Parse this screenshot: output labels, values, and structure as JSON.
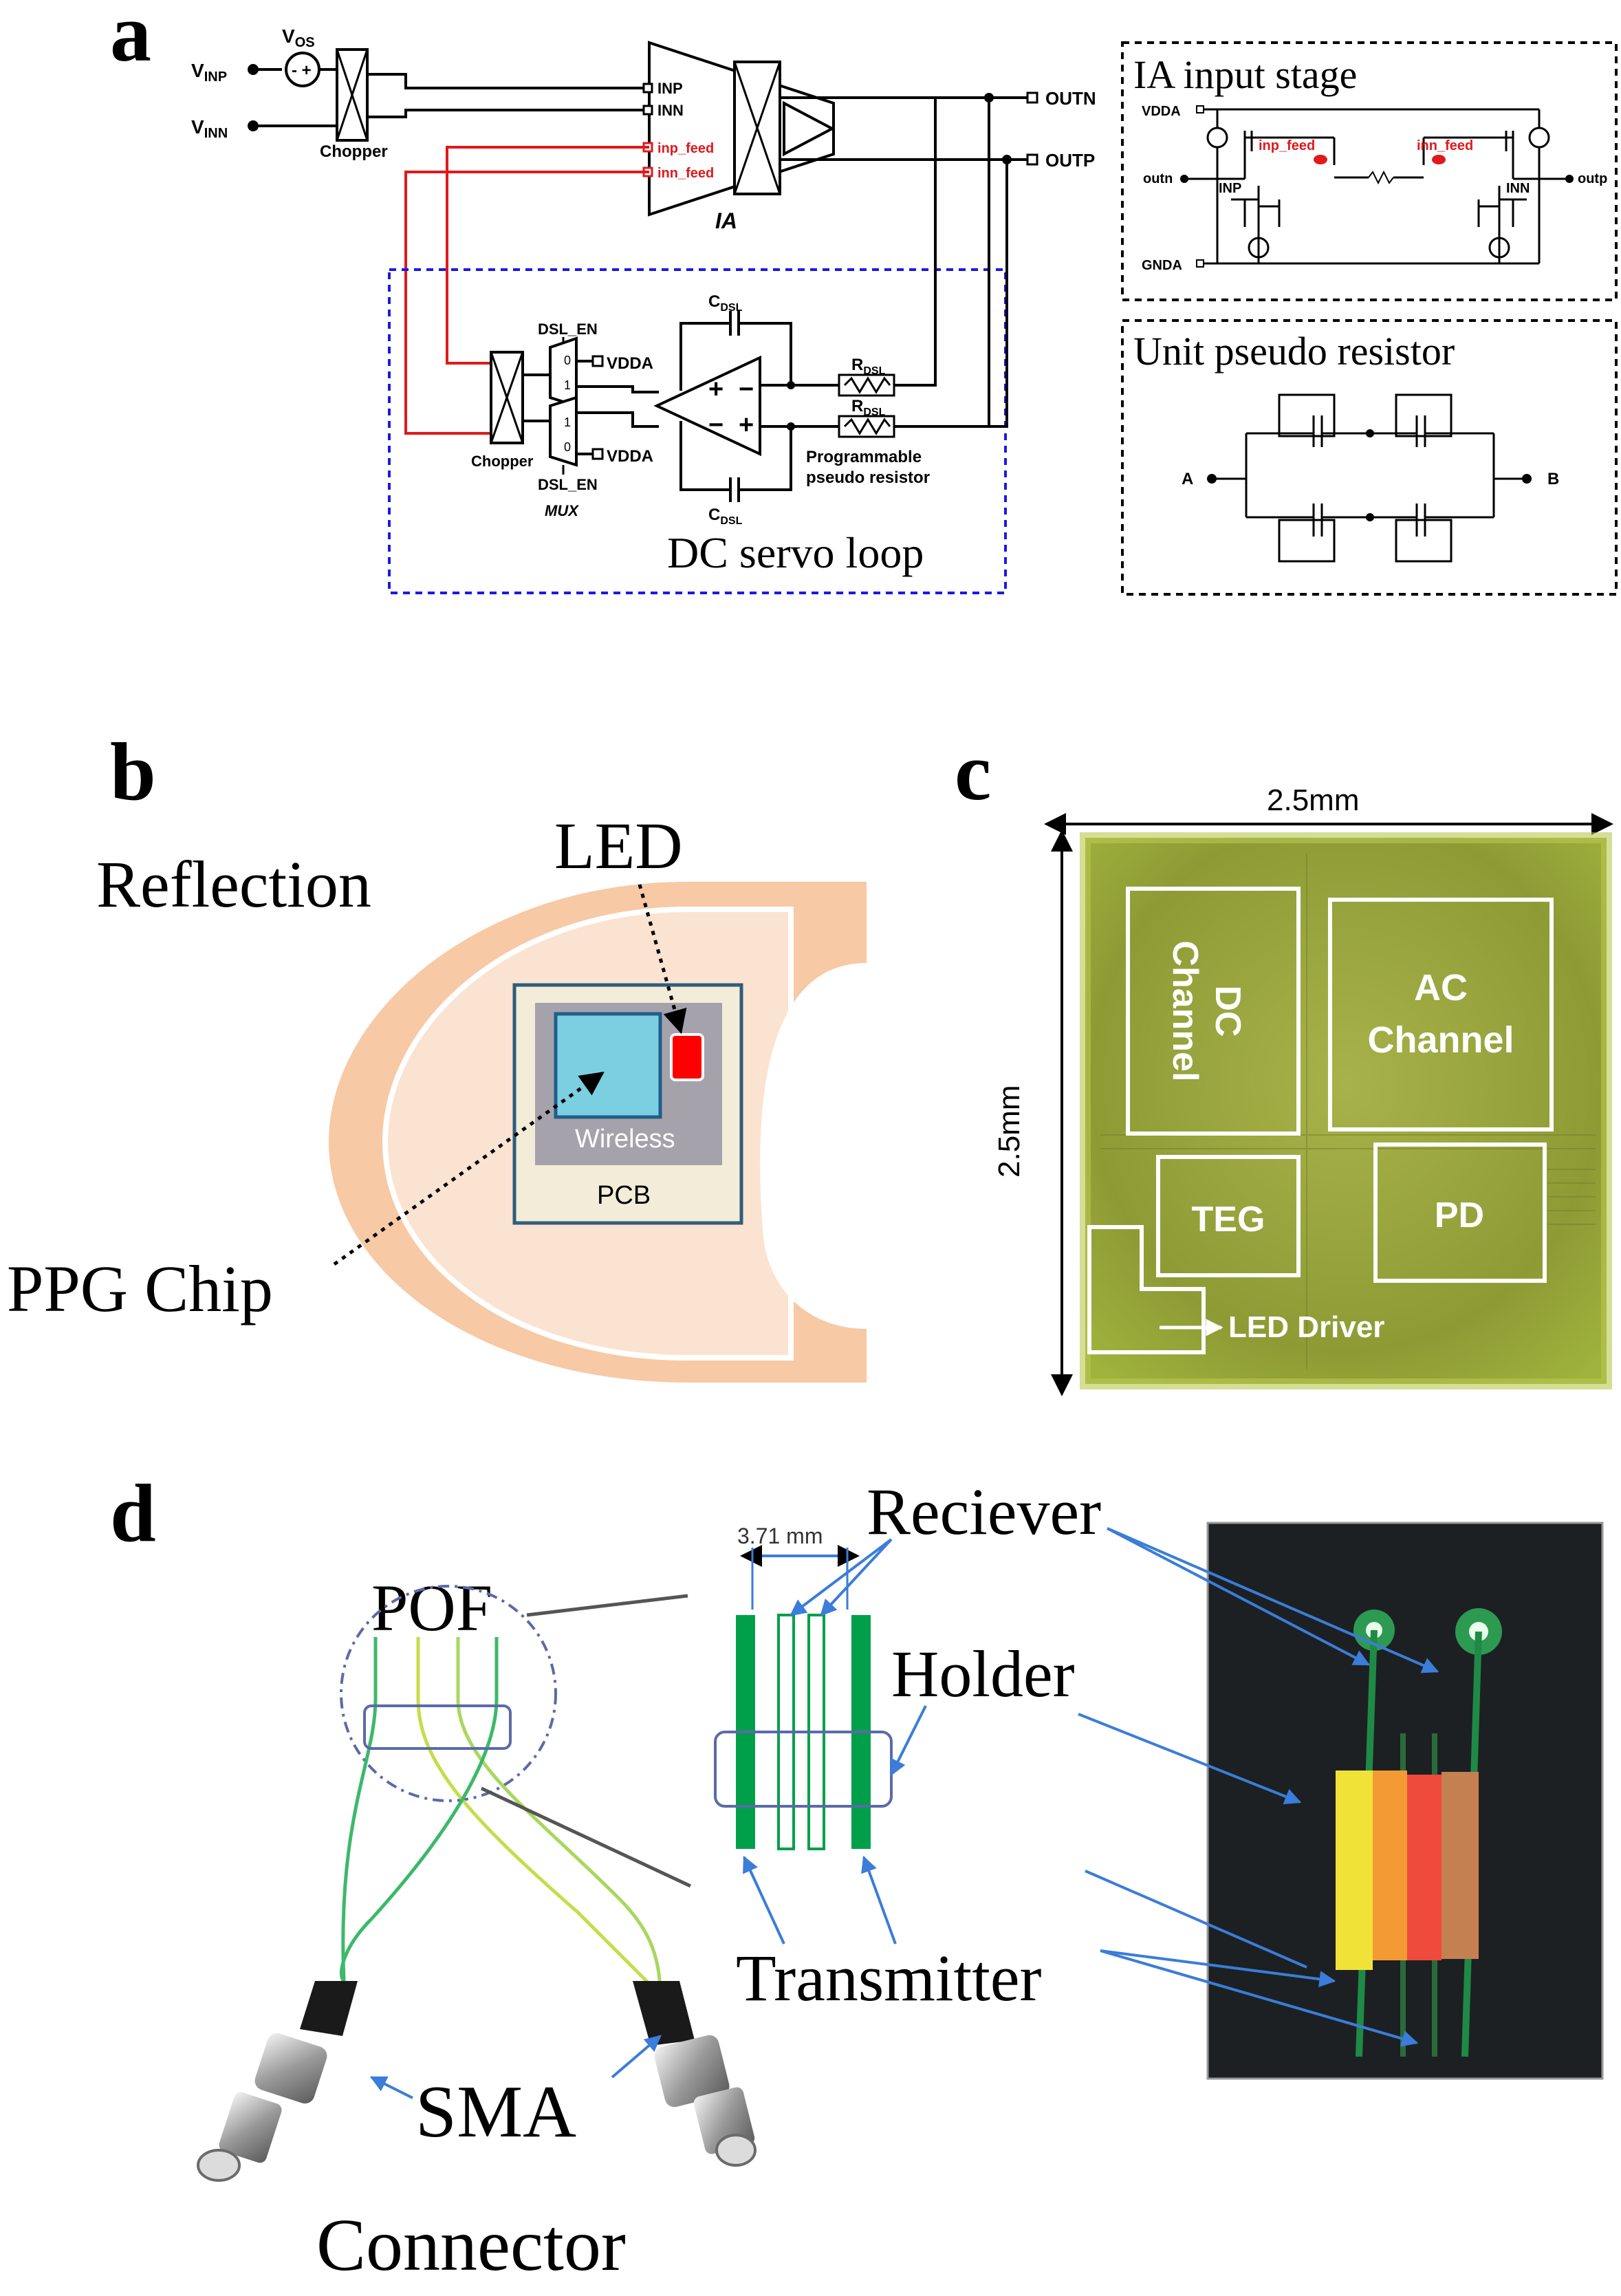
{
  "panel_labels": {
    "a": "a",
    "b": "b",
    "c": "c",
    "d": "d"
  },
  "panel_a": {
    "vinp": "V",
    "vinp_sub": "INP",
    "vinn": "V",
    "vinn_sub": "INN",
    "vos": "V",
    "vos_sub": "OS",
    "chopper_top": "Chopper",
    "ia_inp": "INP",
    "ia_inn": "INN",
    "ia_inp_feed": "inp_feed",
    "ia_inn_feed": "inn_feed",
    "ia_label": "IA",
    "outn": "OUTN",
    "outp": "OUTP",
    "dsl_en_top": "DSL_EN",
    "dsl_en_bot": "DSL_EN",
    "mux_0a": "0",
    "mux_1a": "1",
    "mux_1b": "1",
    "mux_0b": "0",
    "vdda_top": "VDDA",
    "vdda_bot": "VDDA",
    "chopper_bot": "Chopper",
    "mux": "MUX",
    "cdsl_top": "C",
    "cdsl_top_sub": "DSL",
    "cdsl_bot": "C",
    "cdsl_bot_sub": "DSL",
    "rdsl_top": "R",
    "rdsl_top_sub": "DSL",
    "rdsl_bot": "R",
    "rdsl_bot_sub": "DSL",
    "prog_res_1": "Programmable",
    "prog_res_2": "pseudo resistor",
    "plus_top": "+",
    "minus_top": "−",
    "minus_bot": "−",
    "plus_bot": "+",
    "dc_servo": "DC servo loop",
    "ia_stage_title": "IA input stage",
    "ia_vdda": "VDDA",
    "ia_gnda": "GNDA",
    "ia_outn": "outn",
    "ia_outp": "outp",
    "ia_stage_inp": "INP",
    "ia_stage_inn": "INN",
    "ia_stage_inp_feed": "inp_feed",
    "ia_stage_inn_feed": "inn_feed",
    "unit_title": "Unit pseudo resistor",
    "node_a": "A",
    "node_b": "B"
  },
  "panel_b": {
    "reflection": "Reflection",
    "led": "LED",
    "wireless": "Wireless",
    "pcb": "PCB",
    "ppg_chip": "PPG Chip"
  },
  "panel_c": {
    "width": "2.5mm",
    "height": "2.5mm",
    "dc_line1": "DC",
    "dc_line2": "Channel",
    "ac_line1": "AC",
    "ac_line2": "Channel",
    "teg": "TEG",
    "pd": "PD",
    "led_driver": "LED Driver"
  },
  "panel_d": {
    "pof": "POF",
    "dimension": "3.71 mm",
    "receiver": "Reciever",
    "holder": "Holder",
    "transmitter": "Transmitter",
    "sma": "SMA",
    "connector": "Connector"
  },
  "colors": {
    "red_feed": "#e0191b",
    "blue_dash": "#1a1ae6",
    "skin": "#f7c9a4",
    "pcb_fill": "#f2ecd9",
    "pcb_border": "#2f5d7c",
    "chip_fill": "#7ccfe0",
    "wireless_fill": "#a6a2ab",
    "led_red": "#ff0000",
    "die_green": "#8fa23a",
    "fiber_green": "#00a04a"
  }
}
